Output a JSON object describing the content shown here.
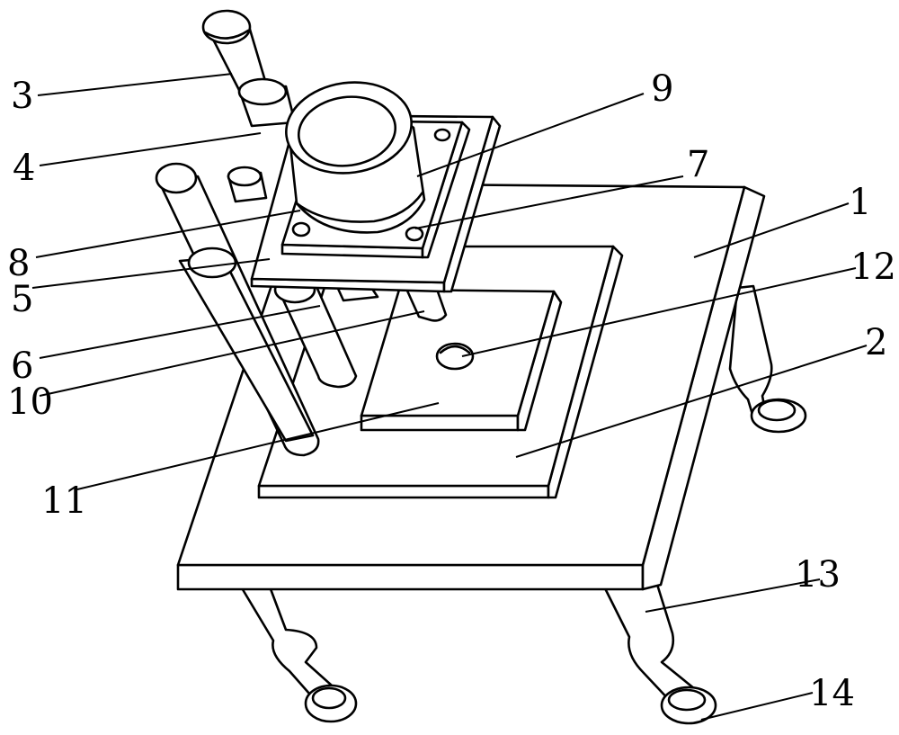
{
  "figure": {
    "labels": [
      {
        "id": "label-1",
        "text": "1"
      },
      {
        "id": "label-2",
        "text": "2"
      },
      {
        "id": "label-3",
        "text": "3"
      },
      {
        "id": "label-4",
        "text": "4"
      },
      {
        "id": "label-5",
        "text": "5"
      },
      {
        "id": "label-6",
        "text": "6"
      },
      {
        "id": "label-7",
        "text": "7"
      },
      {
        "id": "label-8",
        "text": "8"
      },
      {
        "id": "label-9",
        "text": "9"
      },
      {
        "id": "label-10",
        "text": "10"
      },
      {
        "id": "label-11",
        "text": "11"
      },
      {
        "id": "label-12",
        "text": "12"
      },
      {
        "id": "label-13",
        "text": "13"
      },
      {
        "id": "label-14",
        "text": "14"
      }
    ]
  }
}
